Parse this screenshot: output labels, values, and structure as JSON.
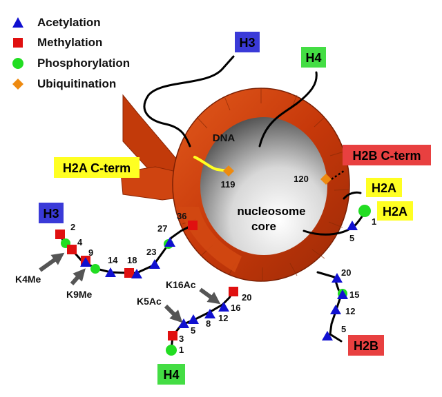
{
  "legend": [
    {
      "shape": "triangle",
      "label": "Acetylation",
      "color": "#1010d0"
    },
    {
      "shape": "square",
      "label": "Methylation",
      "color": "#e01010"
    },
    {
      "shape": "circle",
      "label": "Phosphorylation",
      "color": "#22dd22"
    },
    {
      "shape": "diamond",
      "label": "Ubiquitination",
      "color": "#ee8a10"
    }
  ],
  "labels": {
    "h3_top": "H3",
    "h4_top": "H4",
    "dna": "DNA",
    "h2a_cterm": "H2A C-term",
    "h2b_cterm": "H2B C-term",
    "h2a_a": "H2A",
    "h2a_b": "H2A",
    "core_line1": "nucleosome",
    "core_line2": "core",
    "h3_tail": "H3",
    "h4_tail": "H4",
    "h2b_tail": "H2B"
  },
  "residues": {
    "ub119": "119",
    "ub120": "120",
    "h3_2": "2",
    "h3_4": "4",
    "h3_9": "9",
    "h3_14": "14",
    "h3_18": "18",
    "h3_23": "23",
    "h3_27": "27",
    "h3_36": "36",
    "h4_1": "1",
    "h4_3": "3",
    "h4_5": "5",
    "h4_8": "8",
    "h4_12": "12",
    "h4_16": "16",
    "h4_20": "20",
    "h2a_1": "1",
    "h2a_5": "5",
    "h2b_5": "5",
    "h2b_12": "12",
    "h2b_15": "15",
    "h2b_20": "20"
  },
  "annotations": {
    "k4me": "K4Me",
    "k9me": "K9Me",
    "k5ac": "K5Ac",
    "k16ac": "K16Ac"
  },
  "colors": {
    "acetyl": "#1010d0",
    "methyl": "#e01010",
    "phospho": "#22dd22",
    "ubiq": "#ee8a10",
    "dna": "#cc3a08",
    "h3_box": "#3a3ad8",
    "h4_box": "#44dd44",
    "h2a_box": "#ffff22",
    "h2b_box": "#e84040"
  }
}
